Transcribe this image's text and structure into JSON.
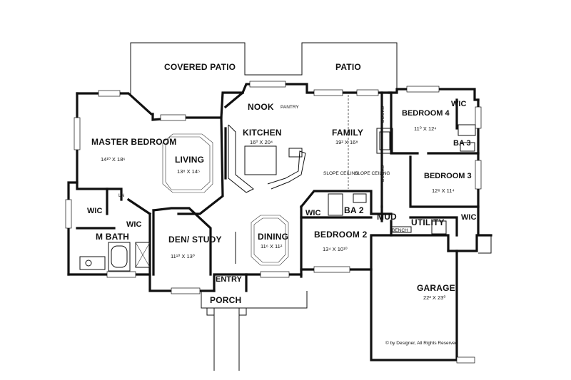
{
  "plan": {
    "rooms": {
      "covered_patio": {
        "name": "COVERED PATIO"
      },
      "patio": {
        "name": "PATIO"
      },
      "master_bedroom": {
        "name": "MASTER BEDROOM",
        "dims": "14¹⁰ X 18⁶"
      },
      "living": {
        "name": "LIVING",
        "dims": "13⁸ X 14⁵"
      },
      "nook": {
        "name": "NOOK"
      },
      "pantry": {
        "name": "PANTRY"
      },
      "kitchen": {
        "name": "KITCHEN",
        "dims": "16⁰ X 20⁴"
      },
      "family": {
        "name": "FAMILY",
        "dims": "19² X 16⁸"
      },
      "bedroom4": {
        "name": "BEDROOM 4",
        "dims": "11⁰ X 12⁴"
      },
      "wic_bed4": {
        "name": "WIC"
      },
      "ba3": {
        "name": "BA 3"
      },
      "bedroom3": {
        "name": "BEDROOM 3",
        "dims": "12⁸ X 11⁴"
      },
      "wic_master1": {
        "name": "WIC"
      },
      "wic_master2": {
        "name": "WIC"
      },
      "ln": {
        "name": "LN"
      },
      "m_bath": {
        "name": "M BATH"
      },
      "den": {
        "name": "DEN/ STUDY",
        "dims": "11¹⁰ X 13⁰"
      },
      "dining": {
        "name": "DINING",
        "dims": "11⁶ X 11²"
      },
      "wic_bed2": {
        "name": "WIC"
      },
      "ba2": {
        "name": "BA 2"
      },
      "mud": {
        "name": "MUD"
      },
      "utility": {
        "name": "UTILITY"
      },
      "wic_bed3": {
        "name": "WIC"
      },
      "bench": {
        "name": "BENCH"
      },
      "bedroom2": {
        "name": "BEDROOM 2",
        "dims": "13⁴ X 10¹⁰"
      },
      "entry": {
        "name": "ENTRY"
      },
      "porch": {
        "name": "PORCH"
      },
      "garage": {
        "name": "GARAGE",
        "dims": "22² X 23⁰"
      }
    },
    "notes": {
      "slope_ceiling_left": "SLOPE CEILING",
      "slope_ceiling_right": "SLOPE CEILING",
      "books_upper": "BOOKS",
      "books_lower": "BOOKS",
      "copyright": "© by Designer, All Rights Reserved"
    }
  }
}
